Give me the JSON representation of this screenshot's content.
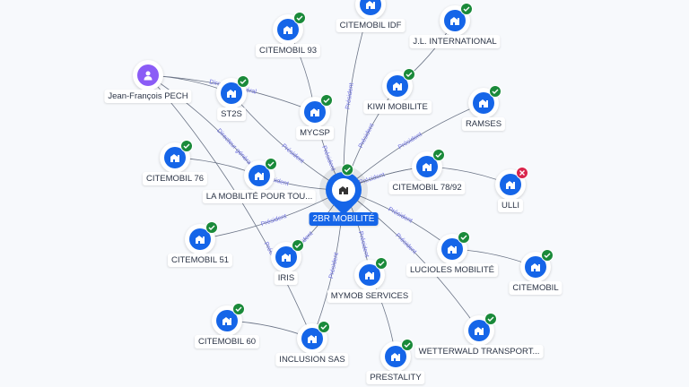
{
  "colors": {
    "accent": "#1565e8",
    "ok": "#1a8a3a",
    "error": "#d9254b",
    "person": "#8b5cf6"
  },
  "center": {
    "id": "2br",
    "label": "2BR MOBILITÉ",
    "status": "ok",
    "icon": "building-icon"
  },
  "nodes": [
    {
      "id": "jfp",
      "label": "Jean-François PECH",
      "type": "person",
      "status": "none",
      "icon": "person-icon"
    },
    {
      "id": "c93",
      "label": "CITEMOBIL 93",
      "type": "company",
      "status": "ok"
    },
    {
      "id": "cidf",
      "label": "CITEMOBIL IDF",
      "type": "company",
      "status": "ok"
    },
    {
      "id": "jli",
      "label": "J.L. INTERNATIONAL",
      "type": "company",
      "status": "ok"
    },
    {
      "id": "st2s",
      "label": "ST2S",
      "type": "company",
      "status": "ok"
    },
    {
      "id": "mycsp",
      "label": "MYCSP",
      "type": "company",
      "status": "ok"
    },
    {
      "id": "kiwi",
      "label": "KIWI MOBILITE",
      "type": "company",
      "status": "ok"
    },
    {
      "id": "ramses",
      "label": "RAMSES",
      "type": "company",
      "status": "ok"
    },
    {
      "id": "c76",
      "label": "CITEMOBIL 76",
      "type": "company",
      "status": "ok"
    },
    {
      "id": "lmpt",
      "label": "LA MOBILITÉ POUR TOU...",
      "type": "company",
      "status": "ok"
    },
    {
      "id": "c7892",
      "label": "CITEMOBIL 78/92",
      "type": "company",
      "status": "ok"
    },
    {
      "id": "ulli",
      "label": "ULLI",
      "type": "company",
      "status": "error"
    },
    {
      "id": "c51",
      "label": "CITEMOBIL 51",
      "type": "company",
      "status": "ok"
    },
    {
      "id": "iris",
      "label": "IRIS",
      "type": "company",
      "status": "ok"
    },
    {
      "id": "mymob",
      "label": "MYMOB SERVICES",
      "type": "company",
      "status": "ok"
    },
    {
      "id": "luc",
      "label": "LUCIOLES MOBILITÉ",
      "type": "company",
      "status": "ok"
    },
    {
      "id": "cit",
      "label": "CITEMOBIL",
      "type": "company",
      "status": "ok"
    },
    {
      "id": "c60",
      "label": "CITEMOBIL 60",
      "type": "company",
      "status": "ok"
    },
    {
      "id": "incl",
      "label": "INCLUSION SAS",
      "type": "company",
      "status": "ok"
    },
    {
      "id": "prest",
      "label": "PRESTALITY",
      "type": "company",
      "status": "ok"
    },
    {
      "id": "wett",
      "label": "WETTERWALD TRANSPORT...",
      "type": "company",
      "status": "ok"
    }
  ],
  "edges": [
    {
      "from": "2br",
      "to": "mycsp",
      "label": "Président"
    },
    {
      "from": "2br",
      "to": "st2s",
      "label": "Président"
    },
    {
      "from": "2br",
      "to": "lmpt",
      "label": "Président"
    },
    {
      "from": "2br",
      "to": "c51",
      "label": "Président"
    },
    {
      "from": "2br",
      "to": "kiwi",
      "label": "Président"
    },
    {
      "from": "2br",
      "to": "cidf",
      "label": "Président"
    },
    {
      "from": "2br",
      "to": "ramses",
      "label": "Président"
    },
    {
      "from": "2br",
      "to": "c7892",
      "label": "Président"
    },
    {
      "from": "2br",
      "to": "luc",
      "label": "Président"
    },
    {
      "from": "2br",
      "to": "wett",
      "label": "Président"
    },
    {
      "from": "2br",
      "to": "mymob",
      "label": "Président"
    },
    {
      "from": "2br",
      "to": "iris",
      "label": "Président"
    },
    {
      "from": "2br",
      "to": "incl",
      "label": "Président"
    },
    {
      "from": "jfp",
      "to": "st2s",
      "label": ""
    },
    {
      "from": "jfp",
      "to": "mycsp",
      "label": "Directeur général"
    },
    {
      "from": "jfp",
      "to": "lmpt",
      "label": "Directeur général"
    },
    {
      "from": "jfp",
      "to": "incl",
      "label": "Président"
    },
    {
      "from": "c93",
      "to": "mycsp",
      "label": ""
    },
    {
      "from": "jli",
      "to": "kiwi",
      "label": ""
    },
    {
      "from": "c76",
      "to": "lmpt",
      "label": ""
    },
    {
      "from": "c7892",
      "to": "ulli",
      "label": ""
    },
    {
      "from": "luc",
      "to": "cit",
      "label": ""
    },
    {
      "from": "mymob",
      "to": "prest",
      "label": ""
    },
    {
      "from": "c60",
      "to": "incl",
      "label": ""
    },
    {
      "from": "2br",
      "to": "c7892",
      "label": ""
    }
  ]
}
